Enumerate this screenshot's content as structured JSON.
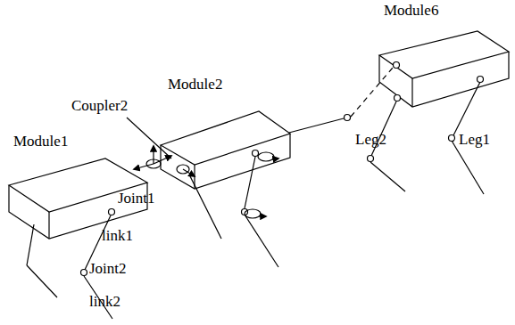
{
  "diagram": {
    "labels": [
      "Module6",
      "Module2",
      "Coupler2",
      "Module1",
      "Joint1",
      "link1",
      "Joint2",
      "link2",
      "Leg2",
      "Leg1"
    ]
  }
}
